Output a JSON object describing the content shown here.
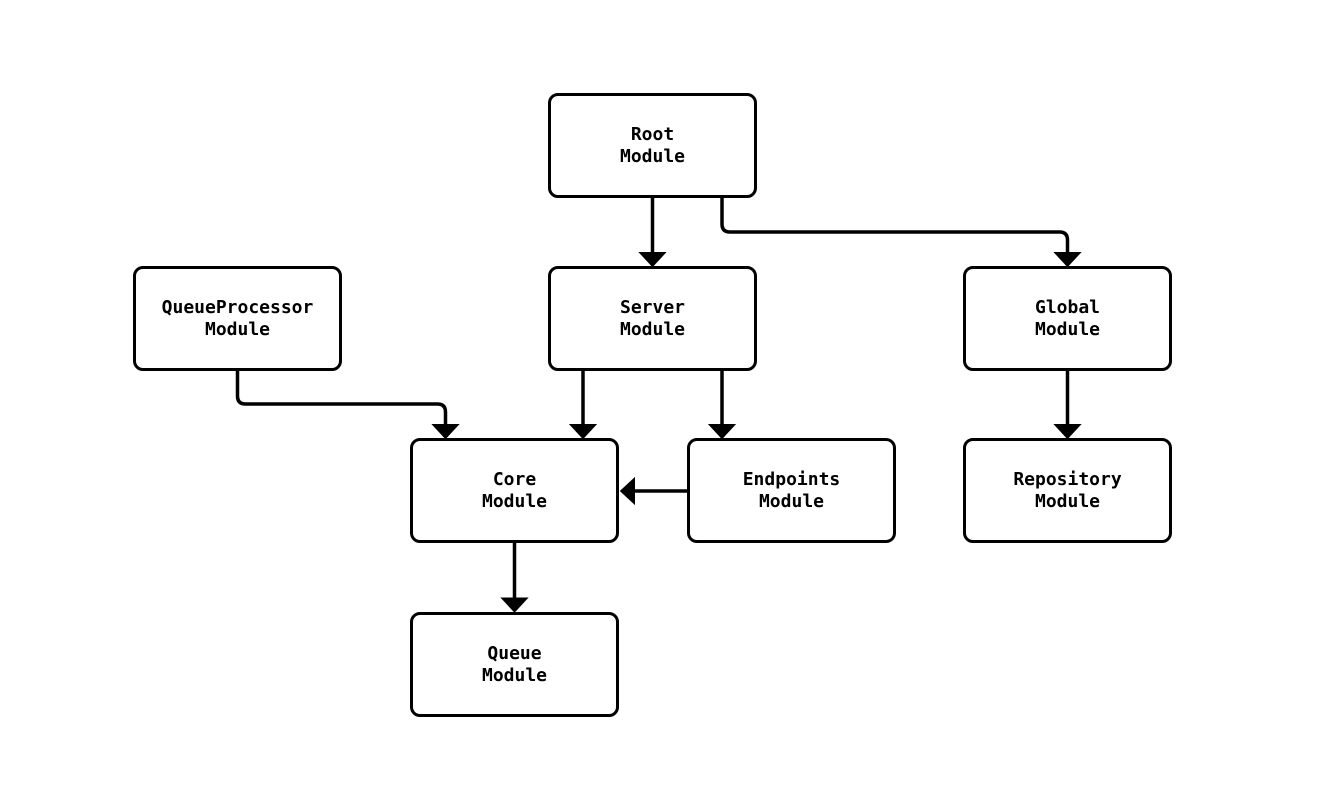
{
  "diagram": {
    "type": "flowchart",
    "background_color": "#ffffff",
    "node_fill_color": "#ffffff",
    "node_border_color": "#000000",
    "edge_color": "#000000",
    "text_color": "#000000",
    "nodes": {
      "root": {
        "label": "Root\nModule"
      },
      "queueprocessor": {
        "label": "QueueProcessor\nModule"
      },
      "server": {
        "label": "Server\nModule"
      },
      "global": {
        "label": "Global\nModule"
      },
      "core": {
        "label": "Core\nModule"
      },
      "endpoints": {
        "label": "Endpoints\nModule"
      },
      "repository": {
        "label": "Repository\nModule"
      },
      "queue": {
        "label": "Queue\nModule"
      }
    },
    "edges": [
      {
        "from": "Root Module",
        "to": "Server Module"
      },
      {
        "from": "Root Module",
        "to": "Global Module"
      },
      {
        "from": "QueueProcessor Module",
        "to": "Core Module"
      },
      {
        "from": "Server Module",
        "to": "Core Module"
      },
      {
        "from": "Server Module",
        "to": "Endpoints Module"
      },
      {
        "from": "Endpoints Module",
        "to": "Core Module"
      },
      {
        "from": "Global Module",
        "to": "Repository Module"
      },
      {
        "from": "Core Module",
        "to": "Queue Module"
      }
    ]
  }
}
